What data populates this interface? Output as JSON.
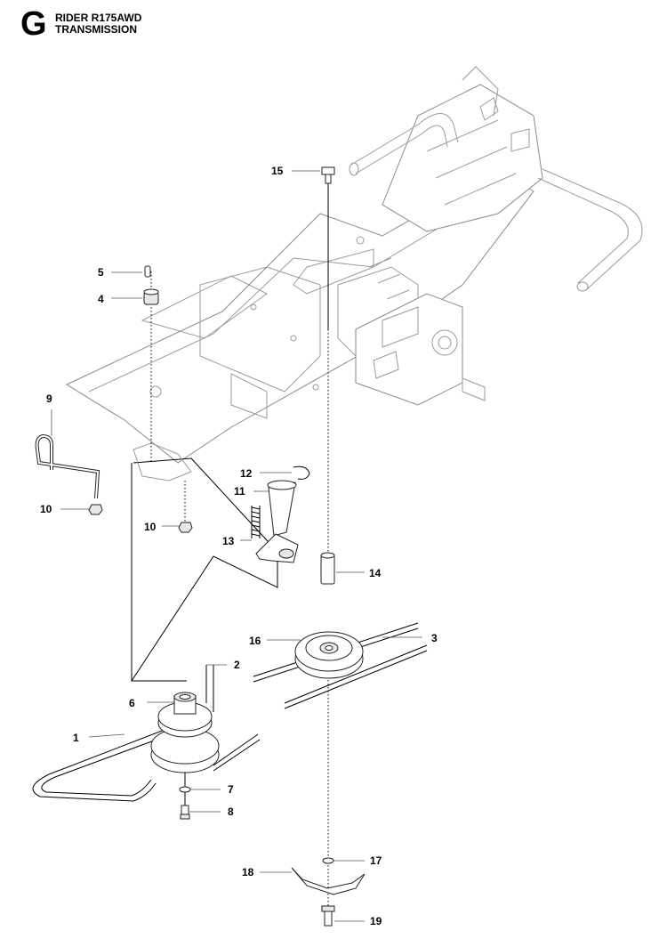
{
  "header": {
    "section_letter": "G",
    "model": "RIDER R175AWD",
    "section": "TRANSMISSION"
  },
  "callouts": [
    {
      "id": "c15",
      "label": "15"
    },
    {
      "id": "c5",
      "label": "5"
    },
    {
      "id": "c4",
      "label": "4"
    },
    {
      "id": "c9",
      "label": "9"
    },
    {
      "id": "c10a",
      "label": "10"
    },
    {
      "id": "c10b",
      "label": "10"
    },
    {
      "id": "c12",
      "label": "12"
    },
    {
      "id": "c11",
      "label": "11"
    },
    {
      "id": "c13",
      "label": "13"
    },
    {
      "id": "c14",
      "label": "14"
    },
    {
      "id": "c16",
      "label": "16"
    },
    {
      "id": "c3",
      "label": "3"
    },
    {
      "id": "c2",
      "label": "2"
    },
    {
      "id": "c6",
      "label": "6"
    },
    {
      "id": "c1",
      "label": "1"
    },
    {
      "id": "c7",
      "label": "7"
    },
    {
      "id": "c8",
      "label": "8"
    },
    {
      "id": "c17",
      "label": "17"
    },
    {
      "id": "c18",
      "label": "18"
    },
    {
      "id": "c19",
      "label": "19"
    }
  ]
}
